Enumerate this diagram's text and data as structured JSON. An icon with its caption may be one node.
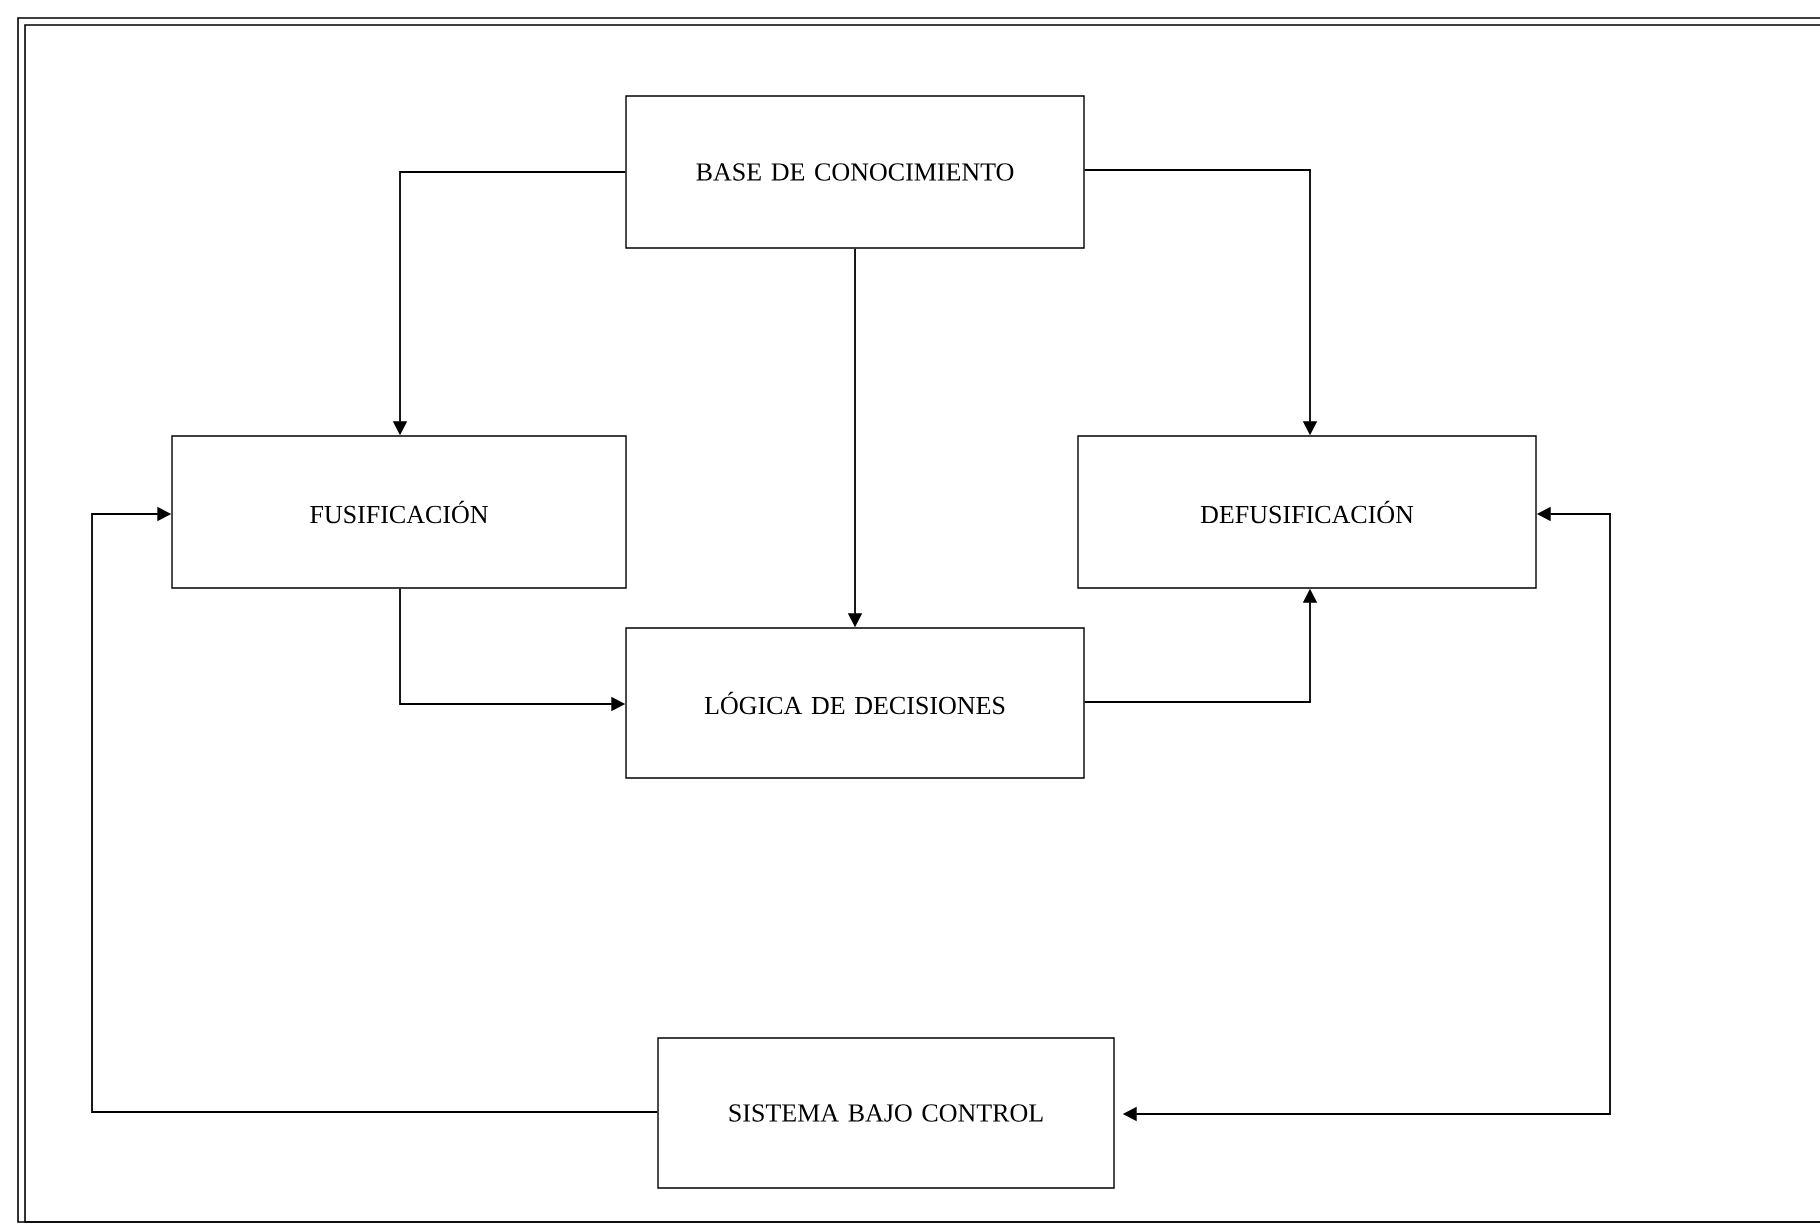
{
  "diagram": {
    "nodes": [
      {
        "text": [
          "BASE DE CONOCIMIENTO"
        ]
      },
      {
        "text": [
          "FUSIFICACIÓN"
        ]
      },
      {
        "text": [
          "DEFUSIFICACIÓN"
        ]
      },
      {
        "text": [
          "LÓGICA DE DECISIONES"
        ]
      },
      {
        "text": [
          "SISTEMA BAJO CONTROL"
        ]
      }
    ],
    "edges": [
      {
        "from": 0,
        "to": 1,
        "arrow": "to"
      },
      {
        "from": 0,
        "to": 3,
        "arrow": "to"
      },
      {
        "from": 0,
        "to": 2,
        "arrow": "to"
      },
      {
        "from": 1,
        "to": 3,
        "arrow": "to"
      },
      {
        "from": 3,
        "to": 2,
        "arrow": "to"
      },
      {
        "from": 4,
        "to": 1,
        "arrow": "to"
      },
      {
        "from": 2,
        "to": 4,
        "arrow": "both"
      }
    ]
  }
}
